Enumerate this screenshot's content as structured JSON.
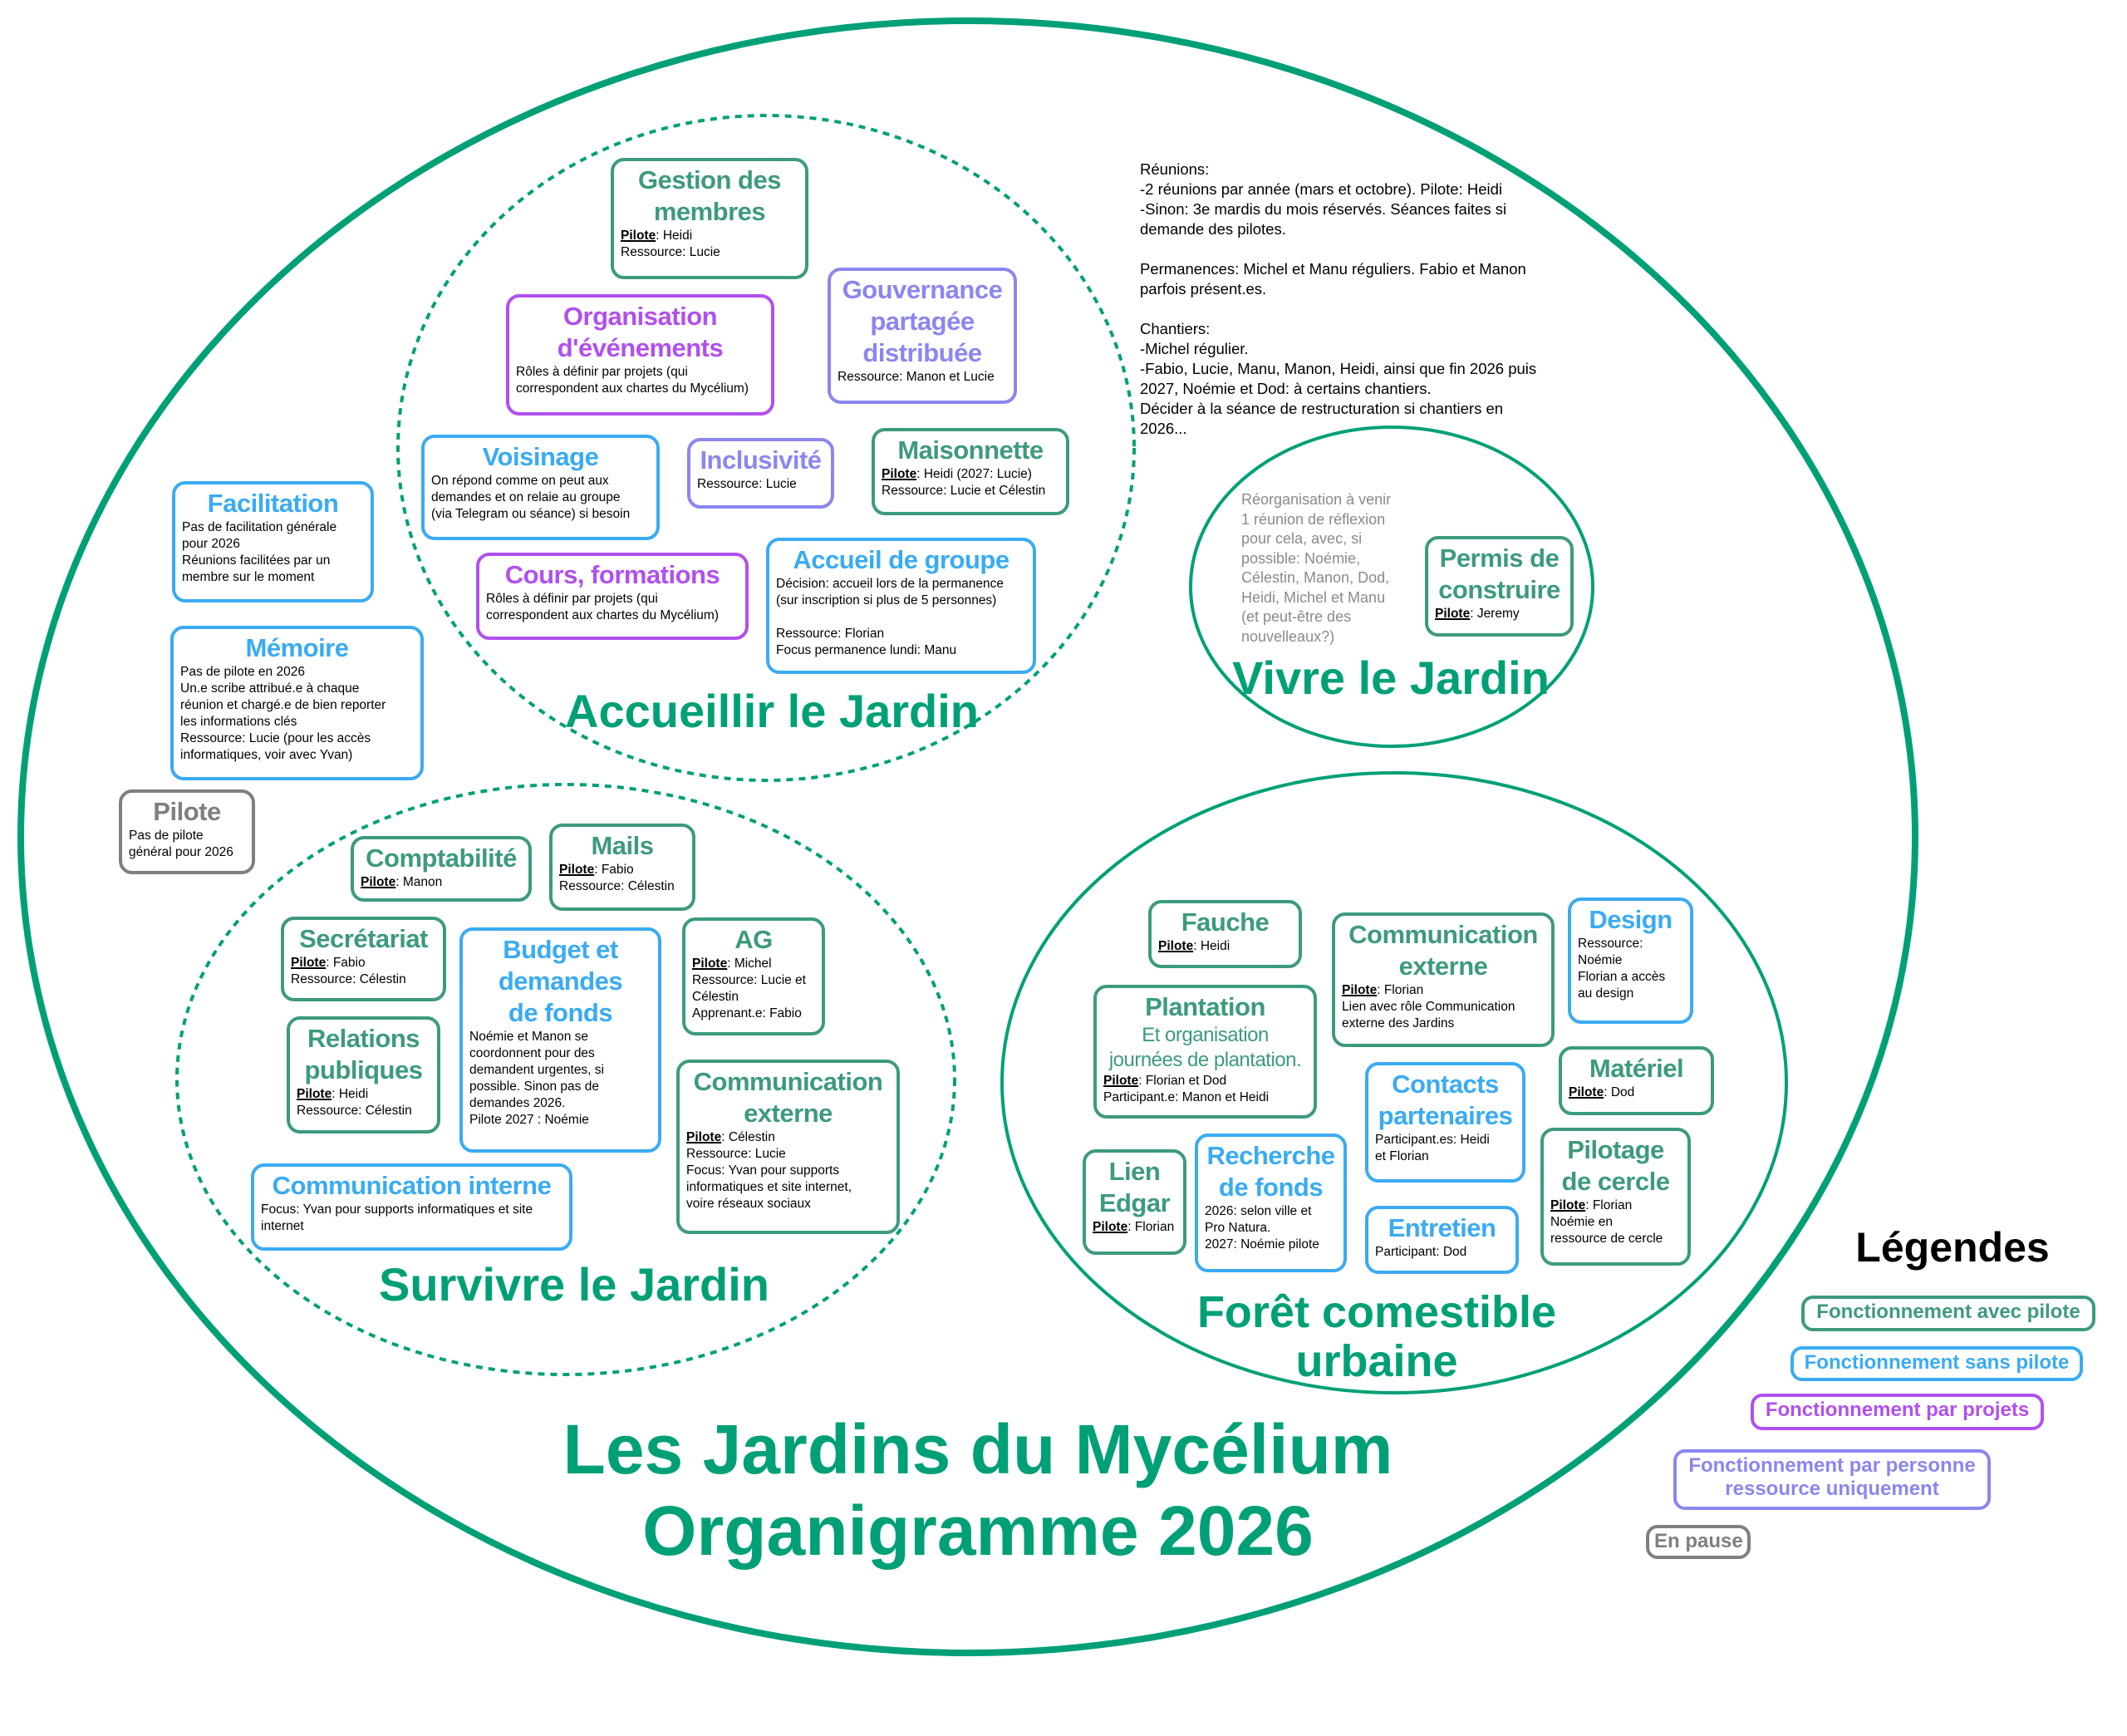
{
  "colors": {
    "circle": "#00a077",
    "avec_pilote": "#3d9a7e",
    "sans_pilote": "#3aabf2",
    "par_projets": "#b150ee",
    "par_personne": "#8b86ef",
    "en_pause": "#7f7f7f"
  },
  "title": "Les Jardins du Mycélium\nOrganigramme 2026",
  "sections": [
    {
      "label": "Accueillir le Jardin"
    },
    {
      "label": "Survivre le Jardin"
    },
    {
      "label": "Vivre le Jardin"
    },
    {
      "label": "Forêt comestible\nurbaine"
    }
  ],
  "notes": "Réunions:\n-2 réunions par année (mars et octobre). Pilote: Heidi\n-Sinon: 3e mardis du mois réservés. Séances faites si\ndemande des pilotes.\n\nPermanences: Michel et Manu réguliers. Fabio et Manon\nparfois présent.es.\n\nChantiers:\n-Michel régulier.\n-Fabio, Lucie, Manu, Manon, Heidi, ainsi que fin 2026 puis\n2027, Noémie et Dod: à certains chantiers.\nDécider à la séance de restructuration si chantiers en\n2026...",
  "vivre_note": "Réorganisation à venir\n1 réunion de réflexion\npour cela, avec, si\npossible: Noémie,\nCélestin, Manon, Dod,\nHeidi, Michel et Manu\n(et peut-être des\nnouvelleaux?)",
  "pilote_label": "Pilote",
  "boxes": [
    {
      "kind": "avec_pilote",
      "title": "Gestion des\nmembres",
      "pilote": ": Heidi",
      "lines": [
        "Ressource: Lucie"
      ]
    },
    {
      "kind": "par_projets",
      "title": "Organisation\nd'événements",
      "lines": [
        "Rôles à définir par projets (qui",
        "correspondent aux chartes du Mycélium)"
      ]
    },
    {
      "kind": "par_personne",
      "title": "Gouvernance\npartagée\ndistribuée",
      "lines": [
        "Ressource: Manon et Lucie"
      ]
    },
    {
      "kind": "sans_pilote",
      "title": "Voisinage",
      "lines": [
        "On répond comme on peut aux",
        "demandes et on relaie au groupe",
        "(via Telegram ou séance) si besoin"
      ]
    },
    {
      "kind": "par_personne",
      "title": "Inclusivité",
      "lines": [
        "Ressource: Lucie"
      ]
    },
    {
      "kind": "avec_pilote",
      "title": "Maisonnette",
      "pilote": ": Heidi (2027: Lucie)",
      "lines": [
        "Ressource: Lucie et Célestin"
      ]
    },
    {
      "kind": "par_projets",
      "title": "Cours, formations",
      "lines": [
        "Rôles à définir par projets (qui",
        "correspondent aux chartes du Mycélium)"
      ]
    },
    {
      "kind": "sans_pilote",
      "title": "Accueil de groupe",
      "lines": [
        "Décision: accueil lors de la permanence",
        "(sur inscription si plus de 5 personnes)",
        "",
        "Ressource: Florian",
        "Focus permanence lundi: Manu"
      ]
    },
    {
      "kind": "sans_pilote",
      "title": "Facilitation",
      "lines": [
        "Pas de facilitation générale",
        "pour 2026",
        "Réunions facilitées par un",
        "membre sur le moment"
      ]
    },
    {
      "kind": "sans_pilote",
      "title": "Mémoire",
      "lines": [
        "Pas de pilote en 2026",
        "Un.e scribe attribué.e à chaque",
        "réunion et chargé.e de bien reporter",
        "les informations clés",
        "Ressource: Lucie (pour les accès",
        "informatiques, voir avec Yvan)"
      ]
    },
    {
      "kind": "en_pause",
      "title": "Pilote",
      "lines": [
        "Pas de pilote",
        "général pour 2026"
      ]
    },
    {
      "kind": "avec_pilote",
      "title": "Comptabilité",
      "pilote": ": Manon",
      "lines": []
    },
    {
      "kind": "avec_pilote",
      "title": "Mails",
      "pilote": ": Fabio",
      "lines": [
        "Ressource: Célestin"
      ]
    },
    {
      "kind": "avec_pilote",
      "title": "Secrétariat",
      "pilote": ": Fabio",
      "lines": [
        "Ressource: Célestin"
      ]
    },
    {
      "kind": "sans_pilote",
      "title": "Budget et\ndemandes\nde fonds",
      "lines": [
        "Noémie et Manon se",
        "coordonnent pour des",
        "demandent urgentes, si",
        "possible. Sinon pas de",
        "demandes 2026.",
        "Pilote 2027 : Noémie"
      ]
    },
    {
      "kind": "avec_pilote",
      "title": "AG",
      "pilote": ": Michel",
      "lines": [
        "Ressource: Lucie et",
        "Célestin",
        "Apprenant.e: Fabio"
      ]
    },
    {
      "kind": "avec_pilote",
      "title": "Relations\npubliques",
      "pilote": ": Heidi",
      "lines": [
        "Ressource: Célestin"
      ]
    },
    {
      "kind": "avec_pilote",
      "title": "Communication\nexterne",
      "pilote": ": Célestin",
      "lines": [
        "Ressource: Lucie",
        "Focus: Yvan pour supports",
        "informatiques et site internet,",
        "voire réseaux sociaux"
      ]
    },
    {
      "kind": "sans_pilote",
      "title": "Communication interne",
      "lines": [
        "Focus: Yvan pour supports informatiques et site",
        "internet"
      ]
    },
    {
      "kind": "avec_pilote",
      "title": "Permis de\nconstruire",
      "pilote": ": Jeremy",
      "lines": []
    },
    {
      "kind": "avec_pilote",
      "title": "Fauche",
      "pilote": ": Heidi",
      "lines": []
    },
    {
      "kind": "avec_pilote",
      "title": "Communication\nexterne",
      "pilote": ": Florian",
      "lines": [
        "Lien avec rôle Communication",
        "externe des Jardins"
      ]
    },
    {
      "kind": "sans_pilote",
      "title": "Design",
      "lines": [
        "Ressource:",
        "Noémie",
        "Florian a accès",
        "au design"
      ]
    },
    {
      "kind": "avec_pilote",
      "title": "Plantation",
      "subtitle": "Et organisation\njournées de plantation.",
      "pilote": ": Florian et Dod",
      "lines": [
        "Participant.e: Manon et Heidi"
      ]
    },
    {
      "kind": "avec_pilote",
      "title": "Matériel",
      "pilote": ": Dod",
      "lines": []
    },
    {
      "kind": "sans_pilote",
      "title": "Contacts\npartenaires",
      "lines": [
        "Participant.es: Heidi",
        "et Florian"
      ]
    },
    {
      "kind": "avec_pilote",
      "title": "Lien\nEdgar",
      "pilote": ": Florian",
      "lines": []
    },
    {
      "kind": "sans_pilote",
      "title": "Recherche\nde fonds",
      "lines": [
        "2026: selon ville et",
        "Pro Natura.",
        "2027: Noémie pilote"
      ]
    },
    {
      "kind": "sans_pilote",
      "title": "Entretien",
      "lines": [
        "Participant: Dod"
      ]
    },
    {
      "kind": "avec_pilote",
      "title": "Pilotage\nde cercle",
      "pilote": ": Florian",
      "lines": [
        "Noémie en",
        "ressource de cercle"
      ]
    }
  ],
  "legend": {
    "title": "Légendes",
    "items": [
      {
        "kind": "avec_pilote",
        "label": "Fonctionnement avec pilote"
      },
      {
        "kind": "sans_pilote",
        "label": "Fonctionnement sans pilote"
      },
      {
        "kind": "par_projets",
        "label": "Fonctionnement par projets"
      },
      {
        "kind": "par_personne",
        "label": "Fonctionnement par personne\nressource uniquement"
      },
      {
        "kind": "en_pause",
        "label": "En pause"
      }
    ]
  }
}
